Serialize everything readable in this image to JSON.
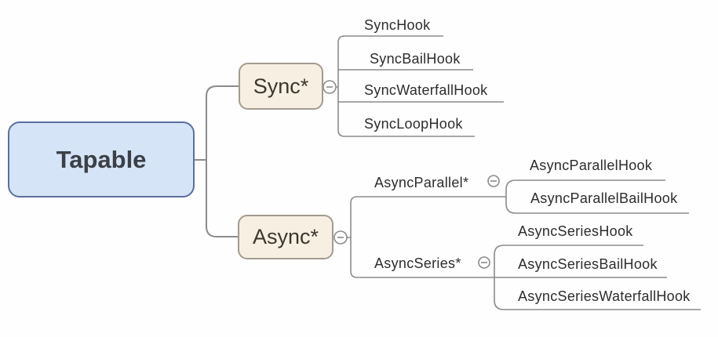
{
  "mindmap": {
    "root": {
      "label": "Tapable"
    },
    "sync": {
      "label": "Sync*",
      "toggle_icon": "minus-circle-icon",
      "children": [
        {
          "label": "SyncHook"
        },
        {
          "label": "SyncBailHook"
        },
        {
          "label": "SyncWaterfallHook"
        },
        {
          "label": "SyncLoopHook"
        }
      ]
    },
    "async": {
      "label": "Async*",
      "toggle_icon": "minus-circle-icon",
      "parallel": {
        "label": "AsyncParallel*",
        "toggle_icon": "minus-circle-icon",
        "children": [
          {
            "label": "AsyncParallelHook"
          },
          {
            "label": "AsyncParallelBailHook"
          }
        ]
      },
      "series": {
        "label": "AsyncSeries*",
        "toggle_icon": "minus-circle-icon",
        "children": [
          {
            "label": "AsyncSeriesHook"
          },
          {
            "label": "AsyncSeriesBailHook"
          },
          {
            "label": "AsyncSeriesWaterfallHook"
          }
        ]
      }
    },
    "colors": {
      "root_fill": "#d6e4f7",
      "root_border": "#5b6f9e",
      "branch_fill": "#f7efe2",
      "branch_border": "#a39b8f",
      "line": "#8b8b8b",
      "text": "#2d2d2d"
    }
  }
}
